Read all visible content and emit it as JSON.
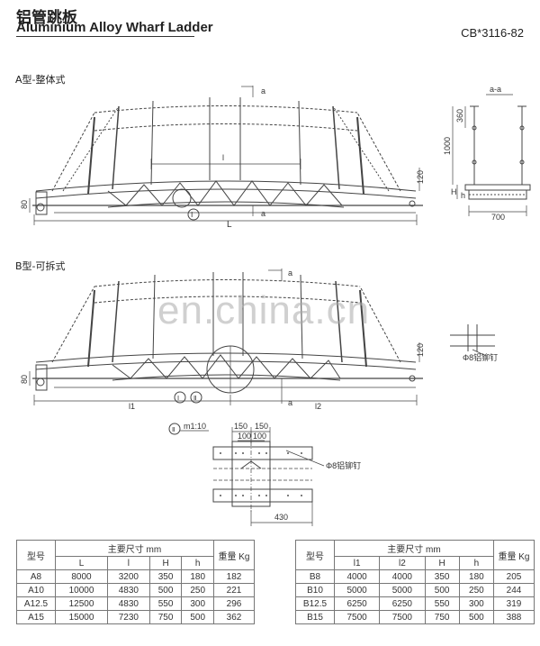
{
  "header": {
    "title_cn": "铝管跳板",
    "title_en": "Aluminium Alloy Wharf Ladder",
    "standard": "CB*3116-82"
  },
  "type_a": {
    "label": "A型-整体式",
    "dims": {
      "a": "a",
      "a2": "a",
      "l": "l",
      "L": "L",
      "h120": "120",
      "h80": "80",
      "callout1": "Ⅰ"
    },
    "section": {
      "title": "a-a",
      "d360": "360",
      "d1000": "1000",
      "H": "H",
      "h": "h",
      "w700": "700"
    }
  },
  "type_b": {
    "label": "B型-可拆式",
    "dims": {
      "a": "a",
      "a2": "a",
      "l1": "l1",
      "l2": "l2",
      "h120": "120",
      "h80": "80",
      "c1": "Ⅰ",
      "c2": "Ⅱ"
    },
    "detail_rivet": "Φ8铝铆钉"
  },
  "detail_ii": {
    "label": "m1:10",
    "callout": "Ⅱ",
    "d150a": "150",
    "d150b": "150",
    "d100a": "100",
    "d100b": "100",
    "d430": "430",
    "rivet": "Φ8铝铆钉"
  },
  "watermark": "en.china.cn",
  "table_a": {
    "model_header": "型号",
    "dims_header": "主要尺寸 mm",
    "weight_header": "重量 Kg",
    "cols": [
      "L",
      "l",
      "H",
      "h"
    ],
    "rows": [
      [
        "A8",
        "8000",
        "3200",
        "350",
        "180",
        "182"
      ],
      [
        "A10",
        "10000",
        "4830",
        "500",
        "250",
        "221"
      ],
      [
        "A12.5",
        "12500",
        "4830",
        "550",
        "300",
        "296"
      ],
      [
        "A15",
        "15000",
        "7230",
        "750",
        "500",
        "362"
      ]
    ]
  },
  "table_b": {
    "model_header": "型号",
    "dims_header": "主要尺寸 mm",
    "weight_header": "重量 Kg",
    "cols": [
      "l1",
      "l2",
      "H",
      "h"
    ],
    "rows": [
      [
        "B8",
        "4000",
        "4000",
        "350",
        "180",
        "205"
      ],
      [
        "B10",
        "5000",
        "5000",
        "500",
        "250",
        "244"
      ],
      [
        "B12.5",
        "6250",
        "6250",
        "550",
        "300",
        "319"
      ],
      [
        "B15",
        "7500",
        "7500",
        "750",
        "500",
        "388"
      ]
    ]
  }
}
